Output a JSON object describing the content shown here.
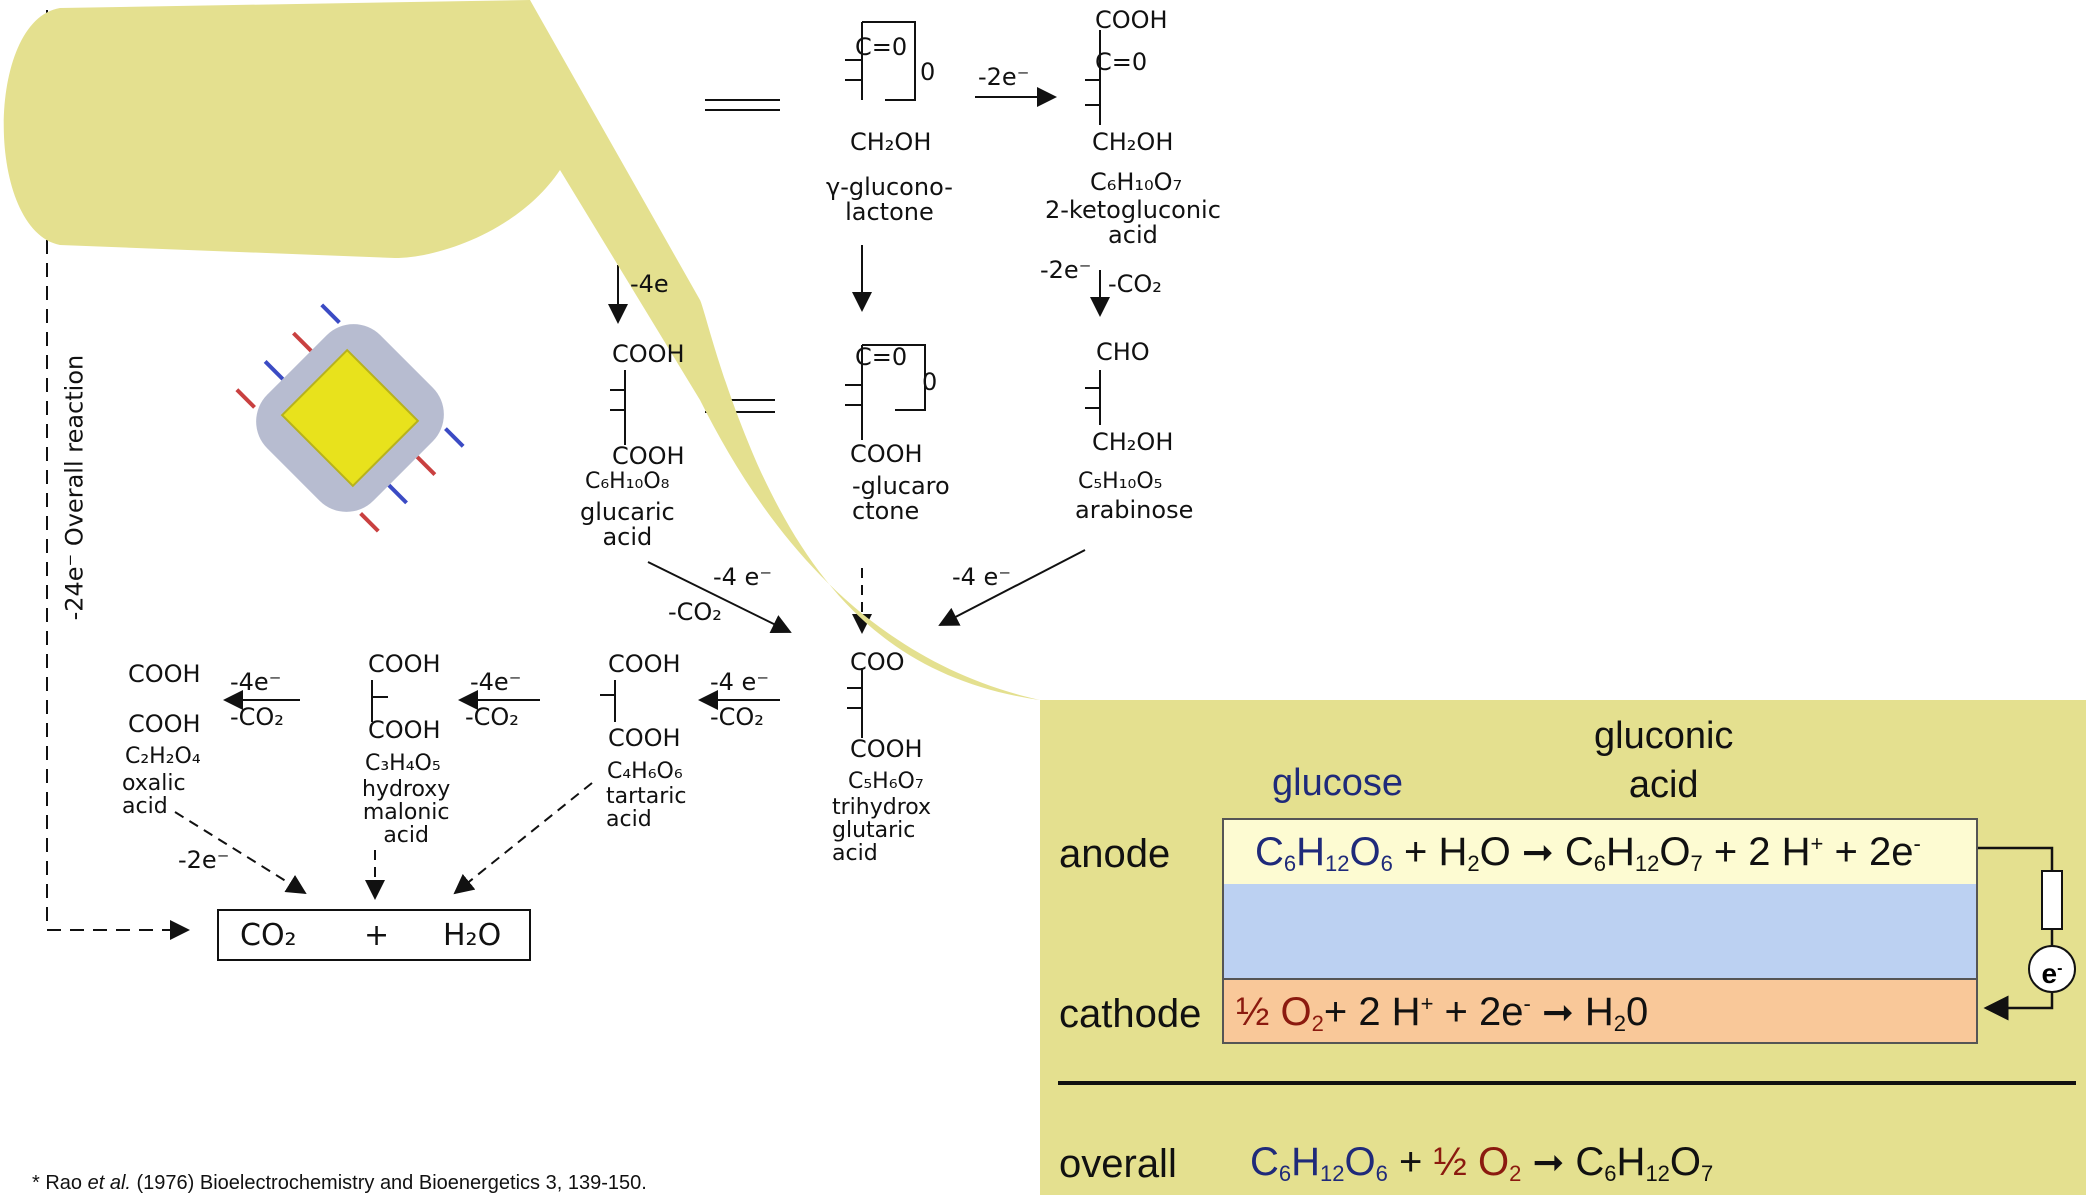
{
  "scan": {
    "gluconolactone_top": "C=0",
    "gluconolactone_o": "0",
    "minus2e_top": "-2e⁻",
    "cooh_top": "COOH",
    "c_eq_o_top": "C=0",
    "ch2oh_1": "CH₂OH",
    "ch2oh_2": "CH₂OH",
    "gamma_gluconolactone": "γ-glucono-\nlactone",
    "ketogluconic_formula": "C₆H₁₀O₇",
    "ketogluconic_name": "2-ketogluconic\nacid",
    "minus2e_co2": "-2e⁻",
    "minus_co2": "-CO₂",
    "minus4e_left": "-4e",
    "cooh_glucaric_top": "COOH",
    "cooh_glucaric_bottom": "COOH",
    "glucaric_formula": "C₆H₁₀O₈",
    "glucaric_name": "glucaric\nacid",
    "glucarolactone_top": "C=0",
    "glucarolactone_o": "0",
    "glucarolactone_cooh": "COOH",
    "glucarolactone_name": "-glucaro\nctone",
    "cho": "CHO",
    "arabinose_ch2oh": "CH₂OH",
    "arabinose_formula": "C₅H₁₀O₅",
    "arabinose_name": "arabinose",
    "diag_4e_left": "-4 e⁻",
    "diag_co2_left": "-CO₂",
    "diag_4e_right": "-4 e⁻",
    "overall_reaction": "-24e⁻  Overall  reaction",
    "oxalic_cooh1": "COOH",
    "oxalic_cooh2": "COOH",
    "oxalic_formula": "C₂H₂O₄",
    "oxalic_name": "oxalic\nacid",
    "oxalic_arrow_e": "-4e⁻",
    "oxalic_arrow_co2": "-CO₂",
    "hm_cooh1": "COOH",
    "hm_cooh2": "COOH",
    "hm_formula": "C₃H₄O₅",
    "hm_name": "hydroxy\nmalonic\nacid",
    "hm_arrow_e": "-4e⁻",
    "hm_arrow_co2": "-CO₂",
    "tart_cooh1": "COOH",
    "tart_cooh2": "COOH",
    "tart_formula": "C₄H₆O₆",
    "tart_name": "tartaric\nacid",
    "tart_arrow_e": "-4 e⁻",
    "tart_arrow_co2": "-CO₂",
    "tg_cooh1": "COO",
    "tg_cooh2": "COOH",
    "tg_formula": "C₅H₆O₇",
    "tg_name": "trihydrox\nglutaric\nacid",
    "minus2e_bottom": "-2e⁻",
    "product_co2": "CO₂",
    "product_plus": "+",
    "product_h2o": "H₂O"
  },
  "panel": {
    "header_glucose": "glucose",
    "header_gluconic": "gluconic\nacid",
    "label_anode": "anode",
    "label_cathode": "cathode",
    "label_overall": "overall",
    "electron": "e",
    "electron_sup": "-"
  },
  "footnote": {
    "prefix": "* Rao ",
    "etal": "et al.",
    "rest": " (1976) Bioelectrochemistry and Bioenergetics 3, 139-150."
  },
  "colors": {
    "panel_fill": "#e4e08f",
    "anode_band": "#fdfbd2",
    "membrane_band": "#bcd1f2",
    "cathode_band": "#f9c899",
    "glucose_blue": "#1f2a7a",
    "oxygen_red": "#8b1a0f"
  }
}
